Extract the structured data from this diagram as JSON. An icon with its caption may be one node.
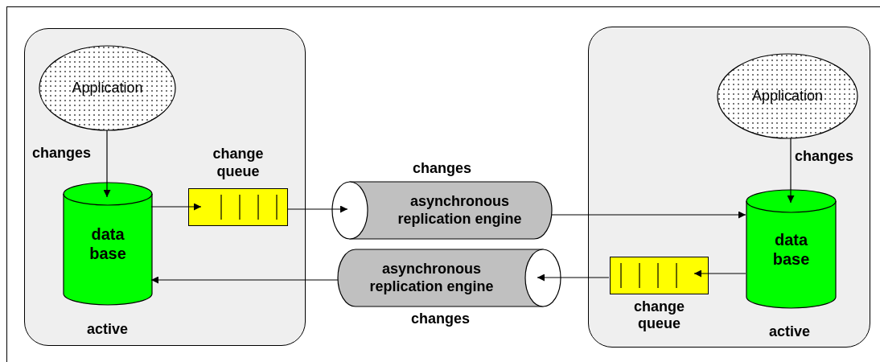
{
  "diagram": {
    "nodes": [
      {
        "text": [
          "active"
        ]
      },
      {
        "text": [
          "Application"
        ],
        "in": 0
      },
      {
        "text": [
          "data base"
        ],
        "in": 0
      },
      {
        "text": [
          "change queue"
        ],
        "in": 0
      },
      {
        "text": [
          "asynchronous replication engine"
        ],
        "beside": [
          "changes"
        ]
      },
      {
        "text": [
          "active"
        ]
      },
      {
        "text": [
          "Application"
        ],
        "in": 5
      },
      {
        "text": [
          "data base"
        ],
        "in": 5
      },
      {
        "text": [
          "change queue"
        ],
        "in": 5
      },
      {
        "text": [
          "asynchronous replication engine"
        ],
        "beside": [
          "changes"
        ]
      }
    ],
    "edges": [
      {
        "from": 1,
        "to": 2,
        "arrow": "to",
        "label": "changes"
      },
      {
        "from": 2,
        "to": 3,
        "arrow": "to"
      },
      {
        "from": 3,
        "to": 4,
        "arrow": "to"
      },
      {
        "from": 4,
        "to": 7,
        "arrow": "to"
      },
      {
        "from": 6,
        "to": 7,
        "arrow": "to",
        "label": "changes"
      },
      {
        "from": 7,
        "to": 8,
        "arrow": "to"
      },
      {
        "from": 8,
        "to": 9,
        "arrow": "to"
      },
      {
        "from": 9,
        "to": 2,
        "arrow": "to"
      }
    ]
  }
}
